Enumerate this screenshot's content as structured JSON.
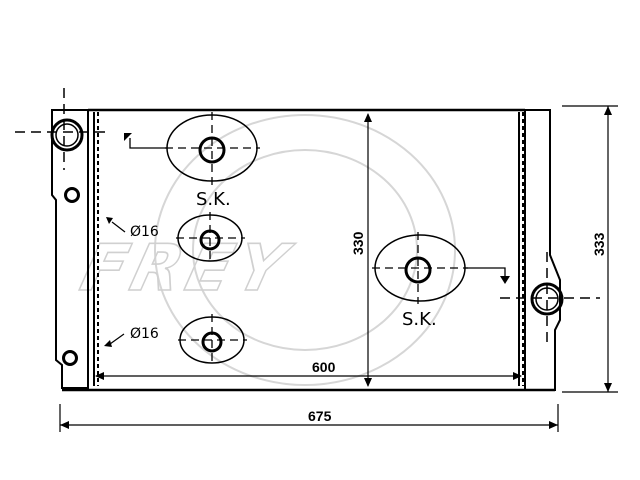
{
  "watermark": {
    "brand": "FREY"
  },
  "dimensions": {
    "overall_width": "675",
    "core_width": "600",
    "core_height": "330",
    "overall_height": "333"
  },
  "callouts": {
    "sk_left": "S.K.",
    "sk_right": "S.K.",
    "diameter_upper": "Ø16",
    "diameter_lower": "Ø16"
  },
  "colors": {
    "line": "#000000",
    "watermark": "#d0d0d0"
  }
}
